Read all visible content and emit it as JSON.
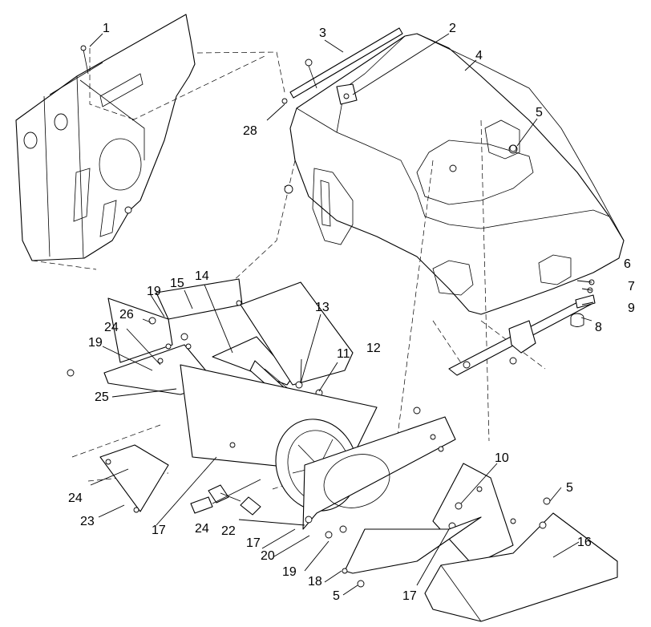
{
  "callouts": {
    "c1": "1",
    "c2": "2",
    "c3": "3",
    "c4": "4",
    "c5a": "5",
    "c5b": "5",
    "c5c": "5",
    "c6": "6",
    "c7": "7",
    "c8": "8",
    "c9": "9",
    "c10": "10",
    "c11": "11",
    "c12": "12",
    "c13": "13",
    "c14": "14",
    "c15": "15",
    "c16": "16",
    "c17a": "17",
    "c17b": "17",
    "c17c": "17",
    "c18": "18",
    "c19a": "19",
    "c19b": "19",
    "c19c": "19",
    "c20": "20",
    "c22": "22",
    "c23": "23",
    "c24a": "24",
    "c24b": "24",
    "c24c": "24",
    "c25": "25",
    "c26": "26",
    "c28": "28"
  }
}
